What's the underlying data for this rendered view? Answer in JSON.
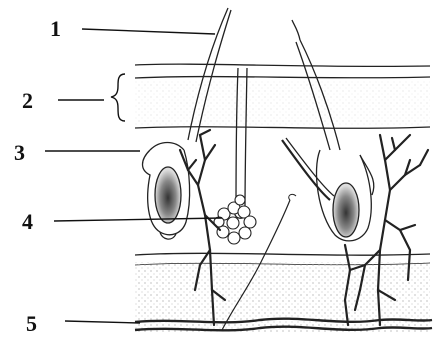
{
  "labels": [
    {
      "text": "1"
    },
    {
      "text": "2"
    },
    {
      "text": "3"
    },
    {
      "text": "4"
    },
    {
      "text": "5"
    }
  ],
  "colors": {
    "ink": "#222222",
    "background": "#ffffff",
    "stipple": "#9a9a9a"
  }
}
